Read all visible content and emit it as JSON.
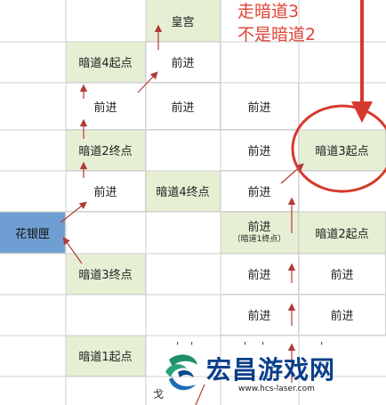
{
  "map": {
    "cells": {
      "palace": "皇宫",
      "p4_start": "暗道4起点",
      "p4_end": "暗道4终点",
      "p2_start": "暗道2起点",
      "p2_end": "暗道2终点",
      "p3_start": "暗道3起点",
      "p3_end": "暗道3终点",
      "p1_start": "暗道1起点",
      "p1_end_note": "（暗道1终点）",
      "huayin": "花银匣",
      "forward": "前进"
    },
    "annotation": {
      "line1": "走暗道3",
      "line2": "不是暗道2"
    },
    "partial_glyphs": {
      "a": "'",
      "b": "'",
      "c": "'",
      "d": "'",
      "e": "'",
      "bottom": "戈"
    },
    "colors": {
      "start_cell": "#e6efd3",
      "huayin_cell": "#6f9fd2",
      "arrow": "#b23a3a",
      "annotation": "#e0443a"
    }
  },
  "watermark": {
    "title": "宏昌游戏网",
    "url": "www.hcs-laser.com"
  }
}
